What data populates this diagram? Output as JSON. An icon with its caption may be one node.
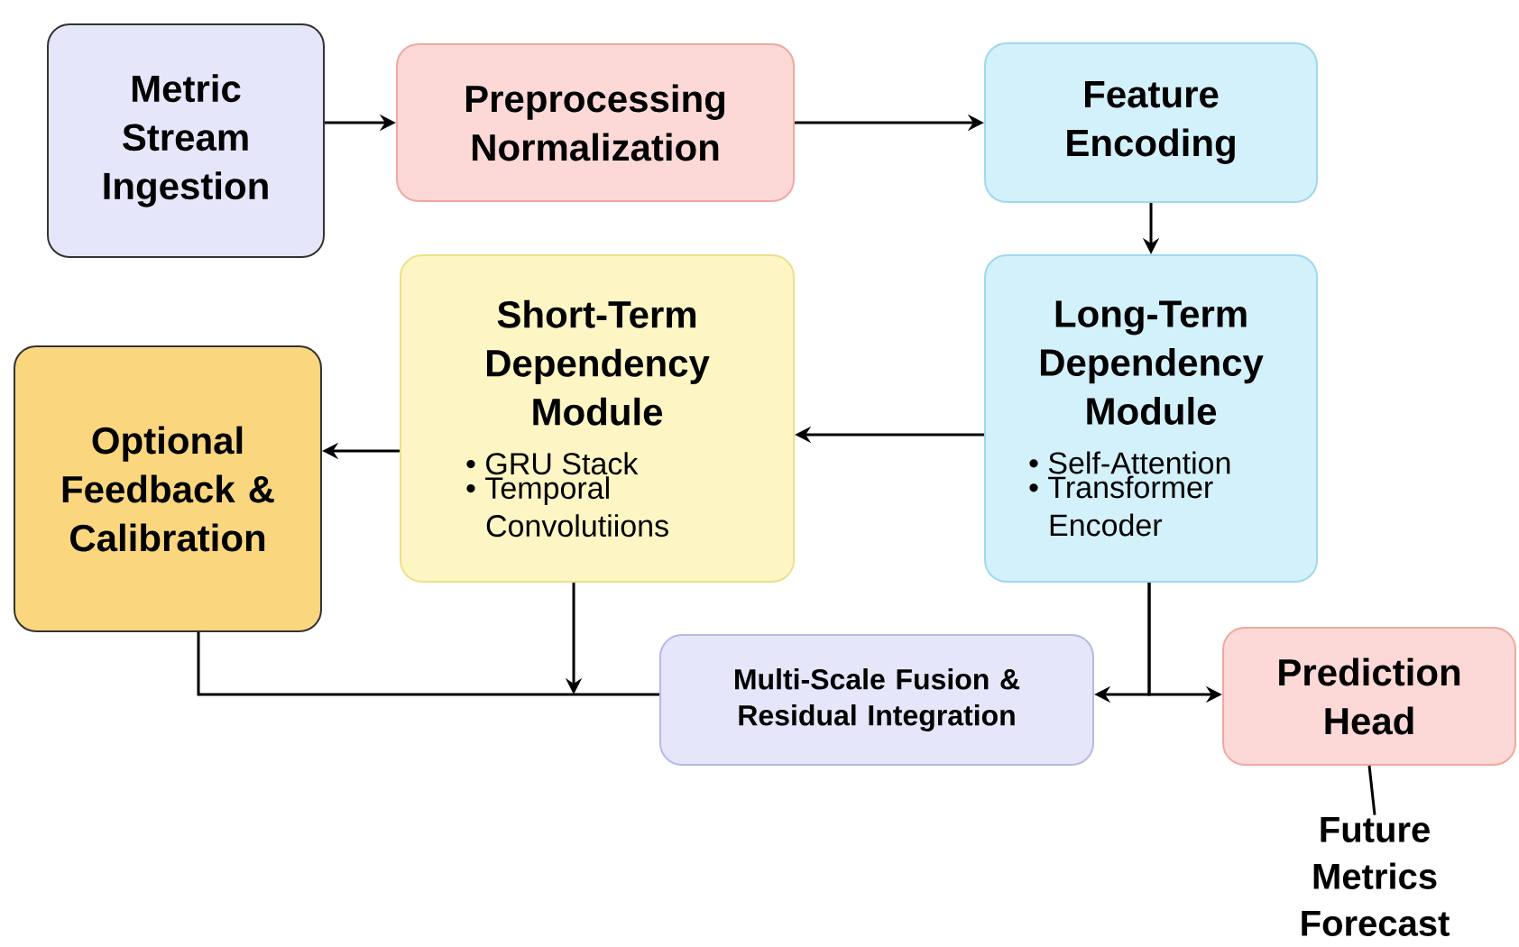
{
  "diagram": {
    "nodes": [
      {
        "text": [
          "Metric Stream Ingestion"
        ]
      },
      {
        "text": [
          "Preprocessing Normalization"
        ]
      },
      {
        "text": [
          "Feature Encoding"
        ]
      },
      {
        "text": [
          "Short-Term Dependency Module",
          "• GRU Stack",
          "• Temporal Convolutiions"
        ]
      },
      {
        "text": [
          "Long-Term Dependency Module",
          "• Self-Attention",
          "• Transformer Encoder"
        ]
      },
      {
        "text": [
          "Optional Feedback & Calibration"
        ]
      },
      {
        "text": [
          "Multi-Scale Fusion & Residual Integration"
        ]
      },
      {
        "text": [
          "Prediction Head"
        ]
      },
      {
        "text": [
          "Future Metrics Forecast"
        ]
      }
    ],
    "edges": [
      {
        "from": 0,
        "to": 1,
        "arrow": "to"
      },
      {
        "from": 1,
        "to": 2,
        "arrow": "to"
      },
      {
        "from": 2,
        "to": 4,
        "arrow": "to"
      },
      {
        "from": 4,
        "to": 3,
        "arrow": "to"
      },
      {
        "from": 3,
        "to": 5,
        "arrow": "to"
      },
      {
        "from": 3,
        "to": 6,
        "arrow": "to"
      },
      {
        "from": 5,
        "to": 6,
        "arrow": "none"
      },
      {
        "from": 4,
        "to": 6,
        "arrow": "to"
      },
      {
        "from": 4,
        "to": 7,
        "arrow": "to"
      },
      {
        "from": 7,
        "to": 8,
        "arrow": "none"
      }
    ]
  }
}
